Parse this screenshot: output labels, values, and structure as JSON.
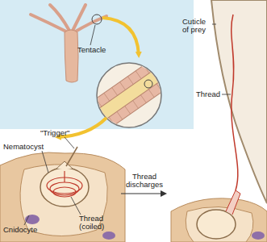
{
  "diagram": {
    "labels": [
      "Tentacle",
      "Cuticle of prey",
      "Thread",
      "Nematocyst",
      "\"Trigger\"",
      "Thread (coiled)",
      "Cnidocyte",
      "Thread discharges"
    ]
  }
}
